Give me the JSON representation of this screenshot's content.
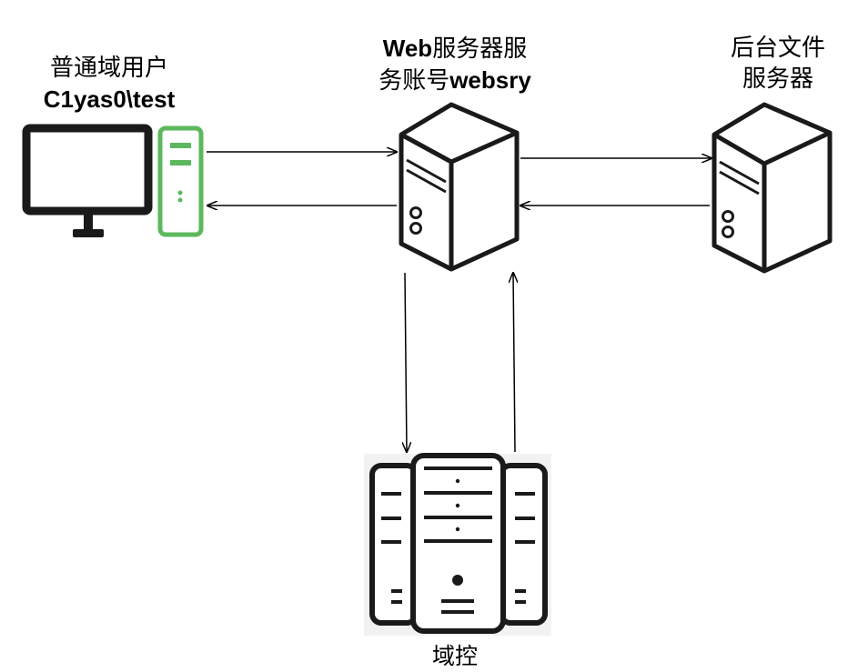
{
  "nodes": {
    "client": {
      "line1": "普通域用户",
      "line2": "C1yas0\\test",
      "icon": "desktop-computer-icon",
      "tower_color": "#5cb85c"
    },
    "web_server": {
      "line1_bold": "Web",
      "line1_rest": "服务器服",
      "line2_rest": "务账号",
      "line2_bold": "websry",
      "icon": "server-tower-icon"
    },
    "file_server": {
      "line1": "后台文件",
      "line2": "服务器",
      "icon": "server-tower-icon"
    },
    "domain_controller": {
      "label": "域控",
      "icon": "server-rack-icon"
    }
  },
  "colors": {
    "stroke": "#1a1a1a",
    "arrow": "#000000",
    "dc_background": "#f2f2f2"
  }
}
